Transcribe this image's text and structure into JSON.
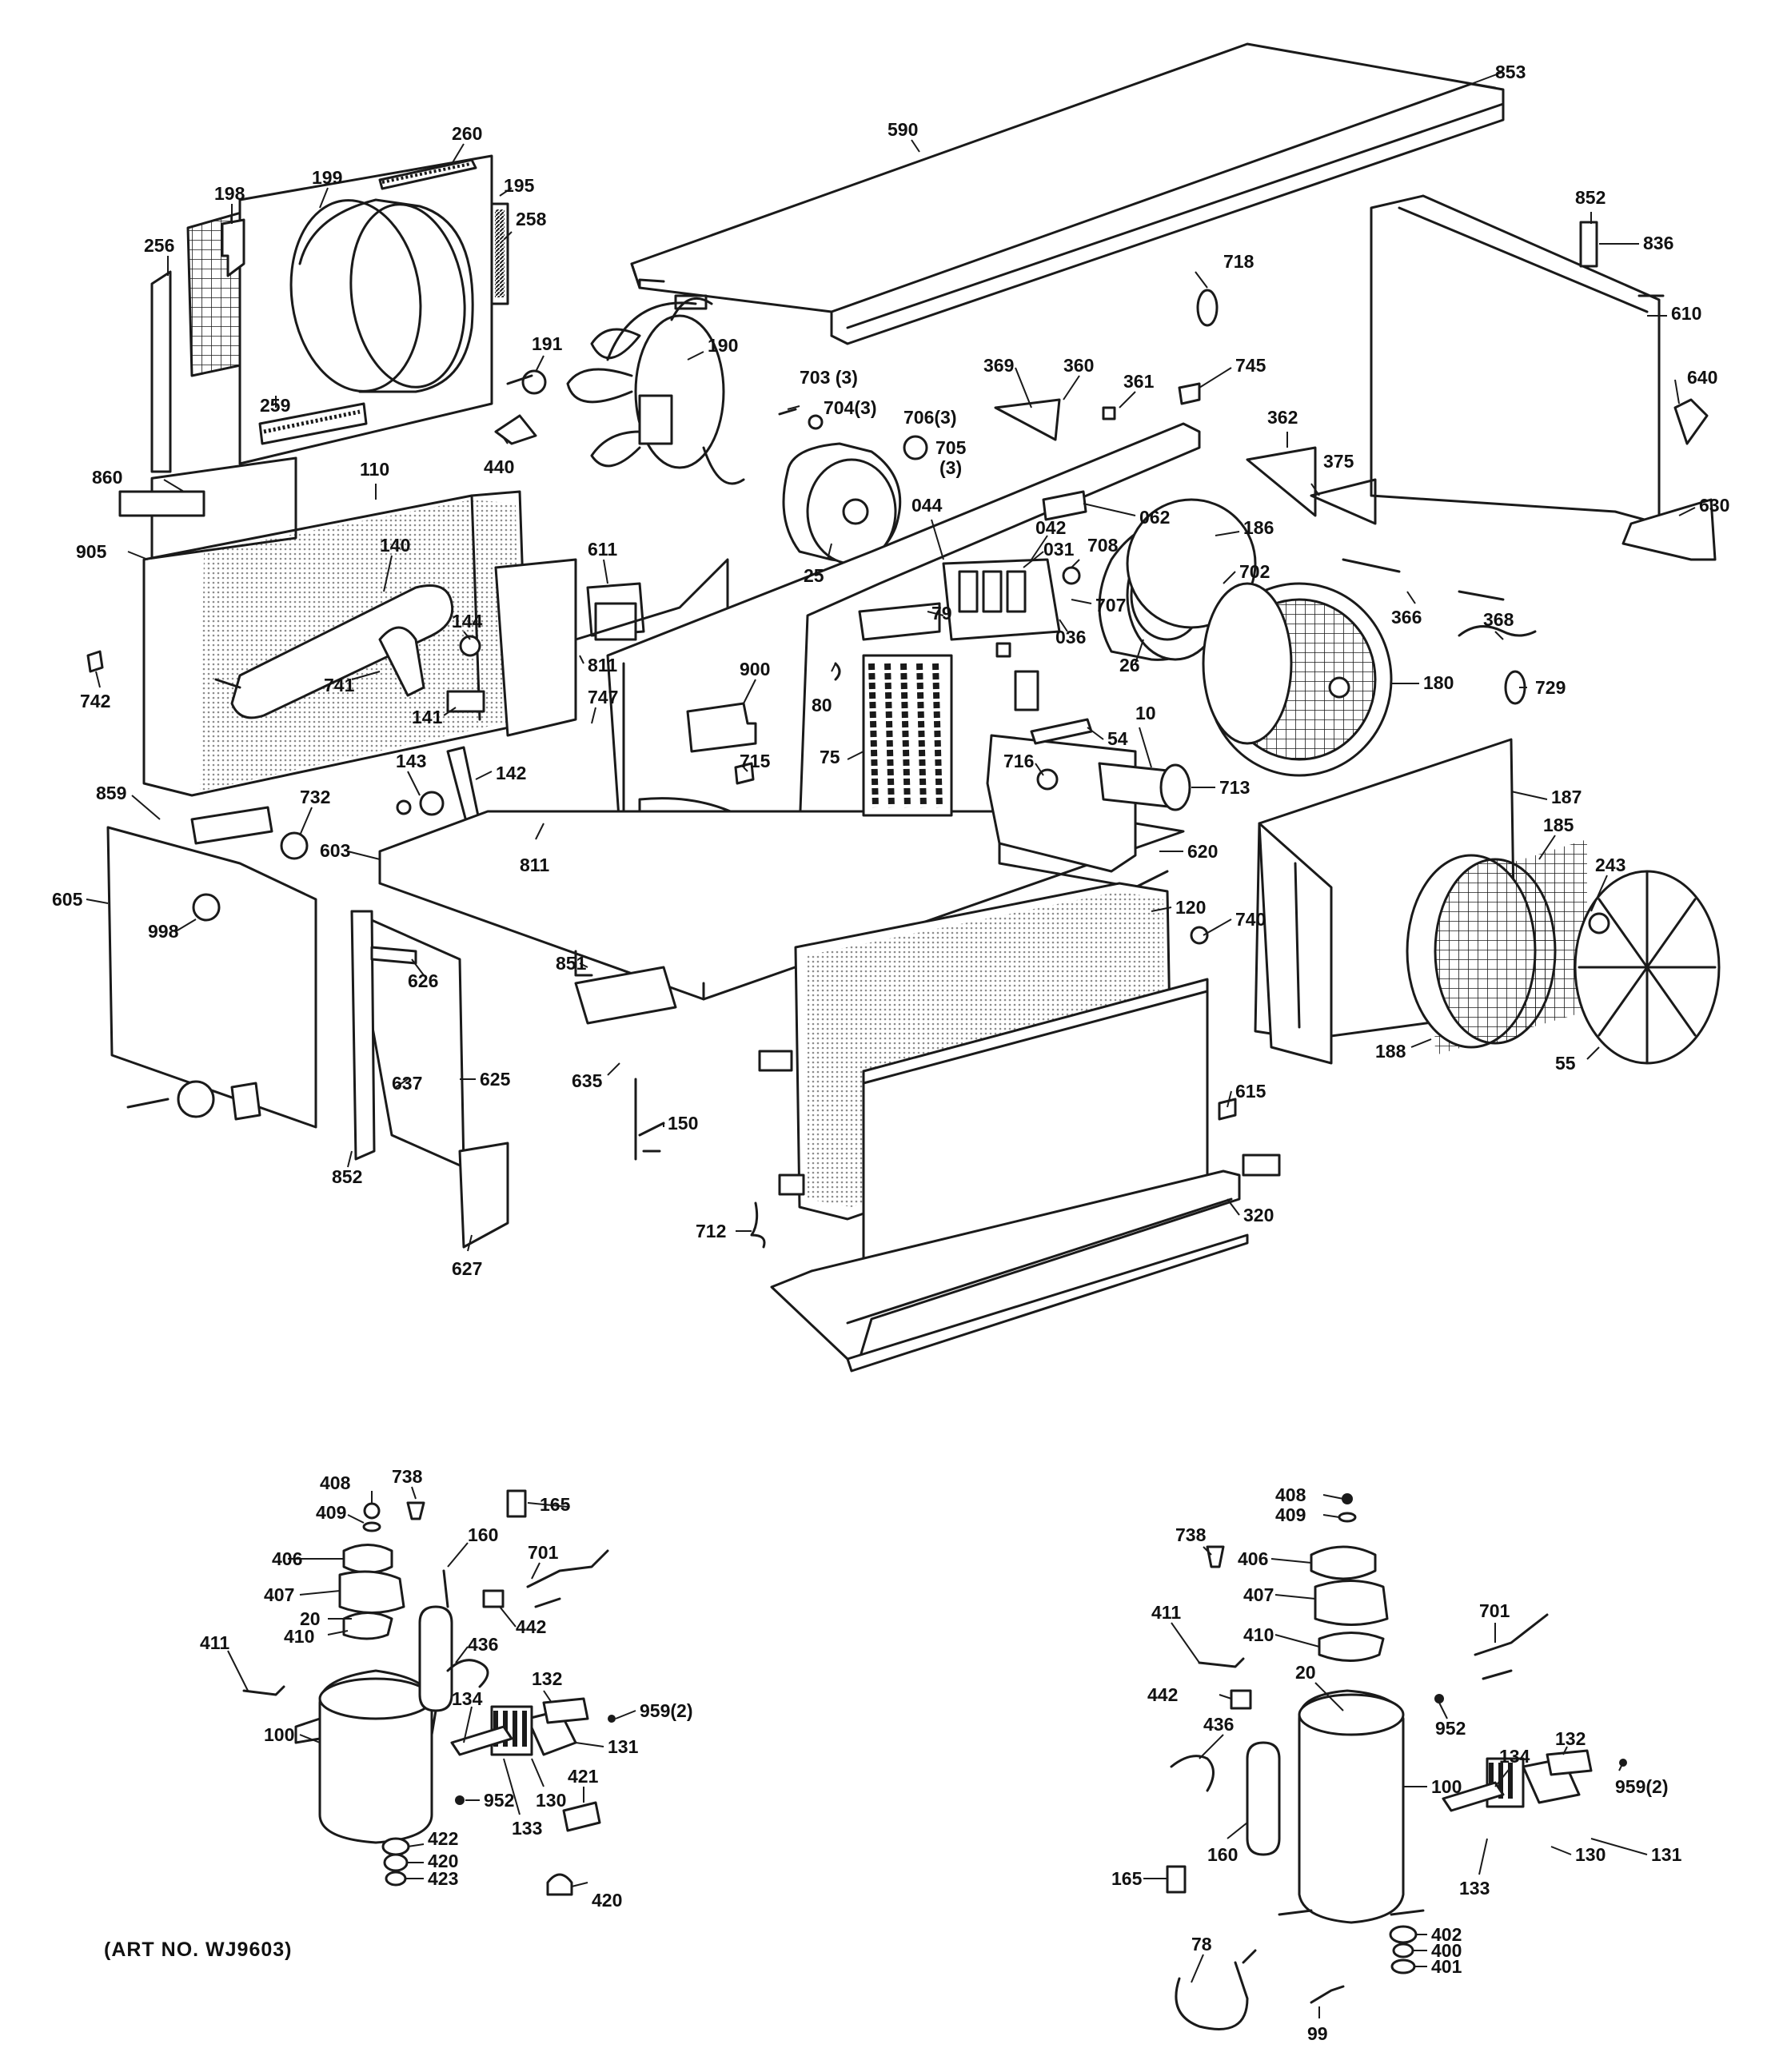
{
  "art_number": "(ART NO. WJ9603)",
  "callouts": [
    "853",
    "590",
    "260",
    "199",
    "195",
    "198",
    "258",
    "256",
    "191",
    "190",
    "703 (3)",
    "704(3)",
    "706(3)",
    "705",
    "(3)",
    "718",
    "852",
    "836",
    "610",
    "640",
    "630",
    "369",
    "360",
    "361",
    "745",
    "362",
    "375",
    "259",
    "440",
    "860",
    "110",
    "905",
    "140",
    "611",
    "044",
    "062",
    "186",
    "042",
    "031",
    "708",
    "702",
    "25",
    "707",
    "036",
    "144",
    "742",
    "741",
    "79",
    "900",
    "80",
    "366",
    "368",
    "729",
    "141",
    "747",
    "811",
    "26",
    "180",
    "75",
    "54",
    "10",
    "716",
    "713",
    "143",
    "142",
    "715",
    "187",
    "859",
    "732",
    "603",
    "811",
    "620",
    "185",
    "243",
    "605",
    "998",
    "120",
    "740",
    "851",
    "626",
    "635",
    "637",
    "625",
    "188",
    "55",
    "615",
    "150",
    "852",
    "320",
    "627",
    "712",
    "408",
    "738",
    "165",
    "409",
    "160",
    "406",
    "701",
    "407",
    "442",
    "20",
    "436",
    "410",
    "411",
    "132",
    "959(2)",
    "134",
    "100",
    "131",
    "952",
    "130",
    "421",
    "422",
    "133",
    "420",
    "423",
    "420",
    "408",
    "409",
    "738",
    "406",
    "407",
    "701",
    "410",
    "411",
    "442",
    "20",
    "952",
    "436",
    "132",
    "134",
    "100",
    "959(2)",
    "160",
    "130",
    "131",
    "133",
    "165",
    "402",
    "400",
    "401",
    "78",
    "99"
  ],
  "colors": {
    "ink": "#1a1a1a",
    "paper": "#ffffff"
  }
}
